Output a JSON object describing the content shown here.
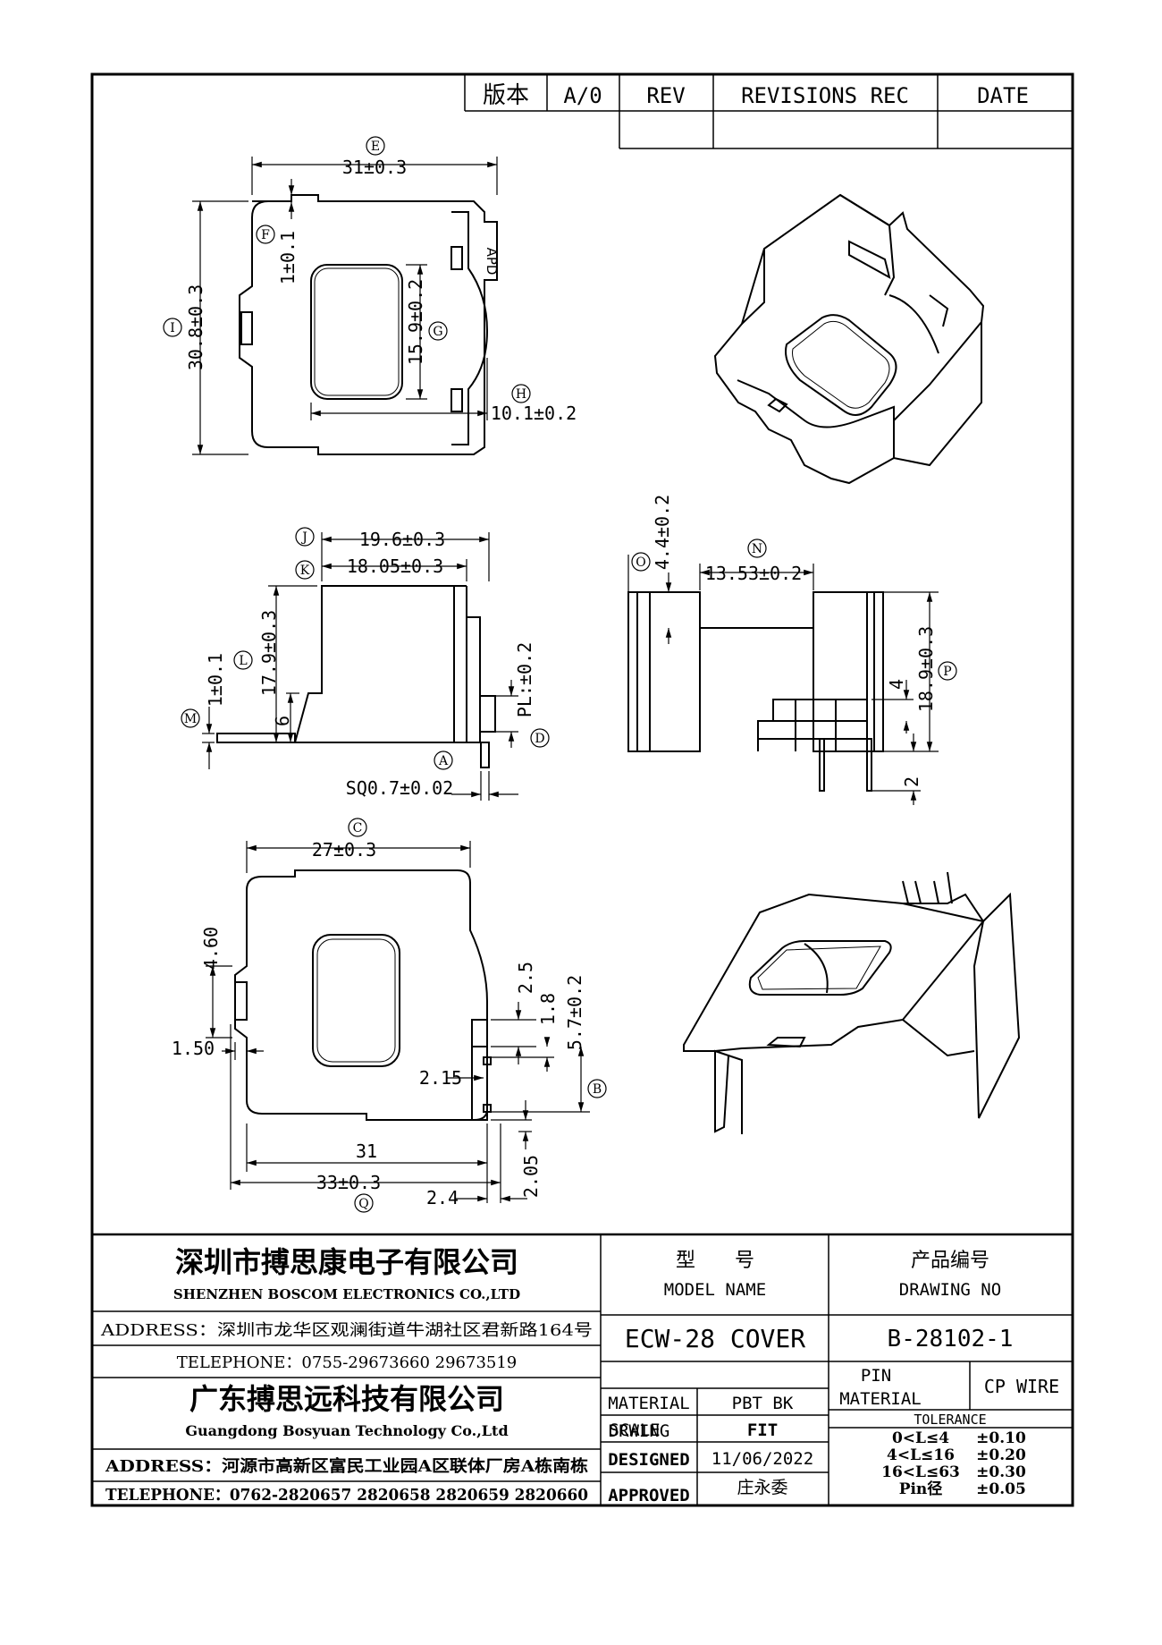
{
  "revision_table": {
    "version_label": "版本",
    "version_value": "A/0",
    "rev": "REV",
    "revisions_rec": "REVISIONS REC",
    "date": "DATE"
  },
  "dimensions": {
    "E": "31±0.3",
    "F": "1±0.1",
    "G": "15.9±0.2",
    "H": "10.1±0.2",
    "I": "30.8±0.3",
    "J": "19.6±0.3",
    "K": "18.05±0.3",
    "L": "17.9±0.3",
    "M": "1±0.1",
    "six": "6",
    "PL": "PL:±0.2",
    "A": "SQ0.7±0.02",
    "O": "4.4±0.2",
    "N": "13.53±0.2",
    "P": "18.9±0.3",
    "four": "4",
    "two": "2",
    "C": "27±0.3",
    "d460": "4.60",
    "d150": "1.50",
    "d25": "2.5",
    "d18": "1.8",
    "d57": "5.7±0.2",
    "d215": "2.15",
    "d31": "31",
    "Q": "33±0.3",
    "d24": "2.4",
    "d205": "2.05",
    "apd_mark": "APD"
  },
  "circle_labels": {
    "E": "E",
    "F": "F",
    "G": "G",
    "H": "H",
    "I": "I",
    "J": "J",
    "K": "K",
    "L": "L",
    "M": "M",
    "A": "A",
    "D": "D",
    "O": "O",
    "N": "N",
    "P": "P",
    "C": "C",
    "B": "B",
    "Q": "Q"
  },
  "title_block": {
    "company1_cn": "深圳市搏思康电子有限公司",
    "company1_en": "SHENZHEN BOSCOM ELECTRONICS CO.,LTD",
    "address1": "ADDRESS：深圳市龙华区观澜街道牛湖社区君新路164号",
    "telephone1": "TELEPHONE：0755-29673660 29673519",
    "company2_cn": "广东搏思远科技有限公司",
    "company2_en": "Guangdong Bosyuan Technology Co.,Ltd",
    "address2": "ADDRESS：河源市高新区富民工业园A区联体厂房A栋南栋",
    "telephone2": "TELEPHONE：0762-2820657 2820658 2820659 2820660",
    "model_cn": "型　　号",
    "model_en": "MODEL NAME",
    "model_value": "ECW-28 COVER",
    "drawing_cn": "产品编号",
    "drawing_en": "DRAWING NO",
    "drawing_value": "B-28102-1",
    "material_label": "MATERIAL",
    "material_value": "PBT BK",
    "pin_material_1": "PIN",
    "pin_material_2": "MATERIAL",
    "pin_material_value": "CP WIRE",
    "scale_label": "SCALE",
    "scale_value": "FIT",
    "tolerance_label": "TOLERANCE",
    "drawing_date_label": "DRWING",
    "drawing_date_value": "11/06/2022",
    "designed_label": "DESIGNED",
    "designed_value": "庄永委",
    "approved_label": "APPROVED",
    "tolerances": [
      {
        "range": "0<L≤4",
        "value": "±0.10"
      },
      {
        "range": "4<L≤16",
        "value": "±0.20"
      },
      {
        "range": "16<L≤63",
        "value": "±0.30"
      },
      {
        "range": "Pin径",
        "value": "±0.05"
      }
    ]
  }
}
